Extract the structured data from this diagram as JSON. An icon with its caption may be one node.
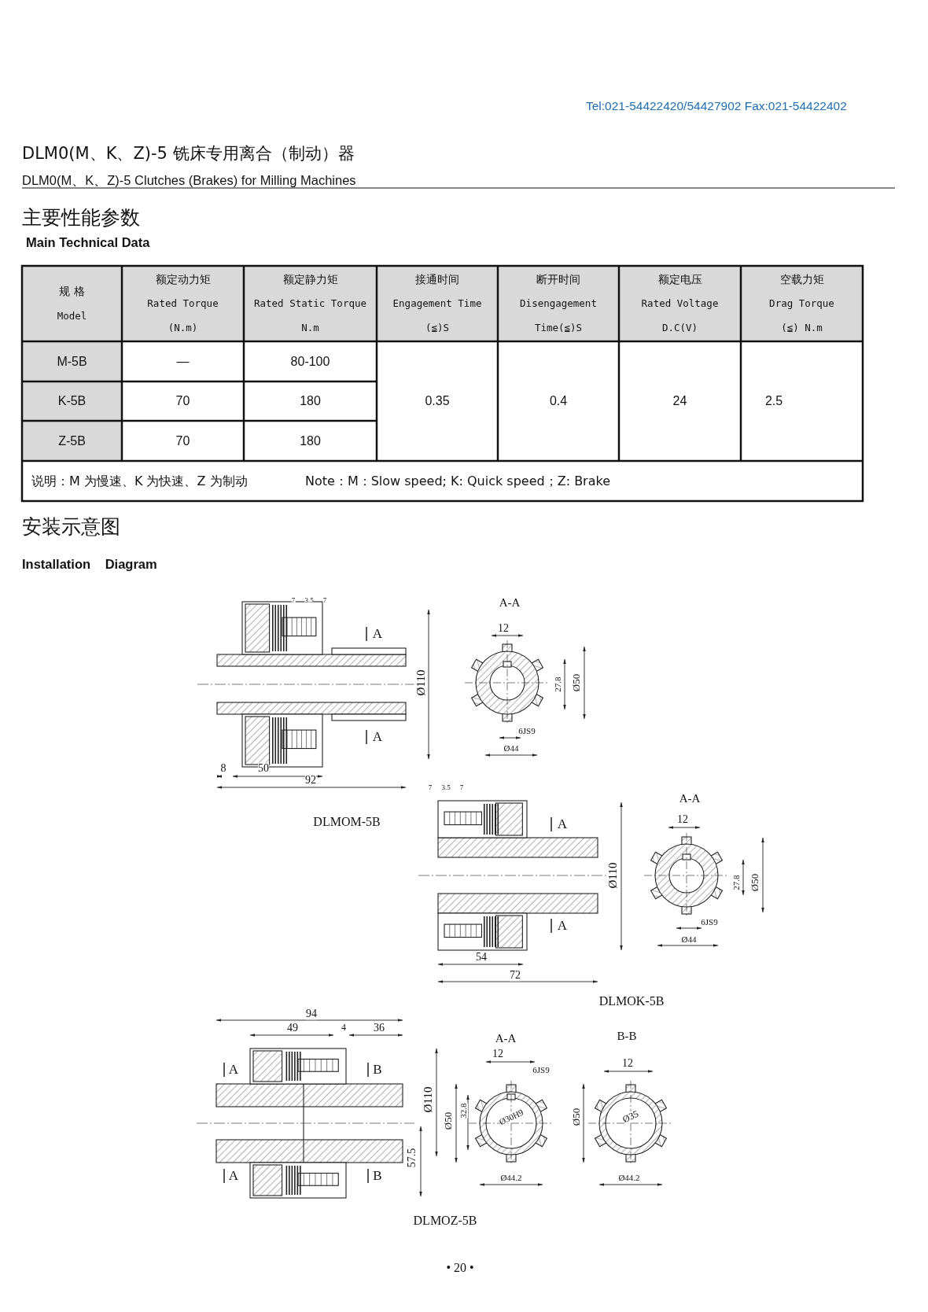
{
  "diagram": {
    "title": "DLM0(M、K、Z)-5 铣床专用离合（制动）器",
    "labels": [
      "Tel:021-54422420/54427902 Fax:021-54422402",
      "DLM0(M、K、Z)-5 Clutches (Brakes) for Milling Machines",
      "主要性能参数",
      "Main Technical Data",
      "规 格",
      "Model",
      "额定动力矩",
      "Rated Torque",
      "(N.m)",
      "额定静力矩",
      "Rated Static Torque",
      "N.m",
      "接通时间",
      "Engagement Time",
      "(≦)S",
      "断开时间",
      "Disengagement",
      "Time(≦)S",
      "额定电压",
      "Rated Voltage",
      "D.C(V)",
      "空载力矩",
      "Drag Torque",
      "(≦) N.m",
      "M-5B",
      "—",
      "80-100",
      "K-5B",
      "70",
      "180",
      "0.35",
      "0.4",
      "24",
      "2.5",
      "Z-5B",
      "70",
      "180",
      "说明：M 为慢速、K 为快速、Z 为制动",
      "Note：M：Slow speed; K: Quick speed；Z: Brake",
      "安装示意图",
      "Installation Diagram",
      "7",
      "3.5",
      "7",
      "A",
      "A",
      "Ø110",
      "A-A",
      "12",
      "27.8",
      "Ø50",
      "6JS9",
      "Ø44",
      "8",
      "50",
      "92",
      "DLMOM-5B",
      "7",
      "3.5",
      "7",
      "A",
      "A",
      "Ø110",
      "A-A",
      "12",
      "27.8",
      "Ø50",
      "6JS9",
      "Ø44",
      "54",
      "72",
      "DLMOK-5B",
      "94",
      "49",
      "4",
      "36",
      "A",
      "B",
      "A",
      "B",
      "Ø110",
      "57.5",
      "A-A",
      "12",
      "6JS9",
      "Ø50",
      "32.8",
      "Ø30H9",
      "Ø44.2",
      "B-B",
      "12",
      "Ø50",
      "Ø35",
      "Ø44.2",
      "DLMOZ-5B",
      "• 20 •"
    ]
  }
}
